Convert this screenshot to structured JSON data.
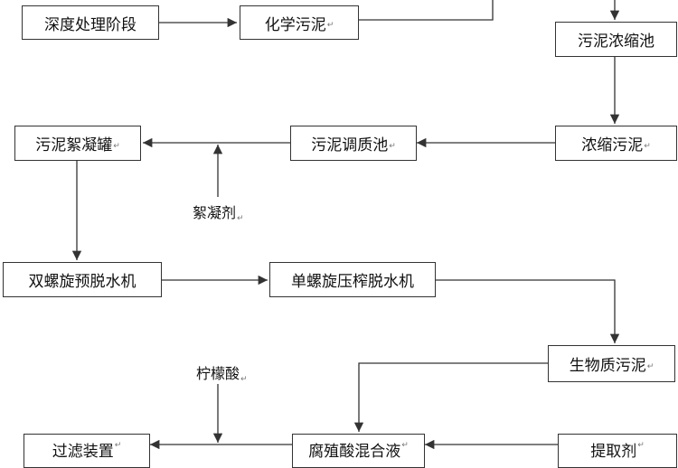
{
  "nodes": {
    "deep_treatment": "深度处理阶段",
    "chemical_sludge": "化学污泥",
    "sludge_thickening_tank": "污泥浓缩池",
    "thickened_sludge": "浓缩污泥",
    "sludge_conditioning_tank": "污泥调质池",
    "sludge_flocculation_tank": "污泥絮凝罐",
    "twin_screw_predewater": "双螺旋预脱水机",
    "single_screw_press": "单螺旋压榨脱水机",
    "biomass_sludge": "生物质污泥",
    "filter_device": "过滤装置",
    "humic_acid_mix": "腐殖酸混合液",
    "extractant": "提取剂"
  },
  "labels": {
    "flocculant": "絮凝剂",
    "citric_acid": "柠檬酸"
  },
  "paragraph_mark": "↵",
  "colors": {
    "line": "#333333",
    "text": "#111111"
  }
}
